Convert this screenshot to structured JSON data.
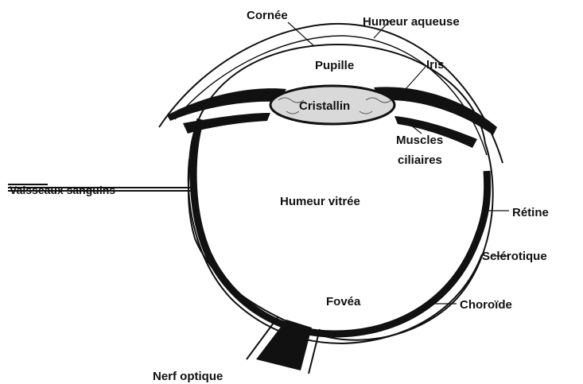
{
  "labels": {
    "cornee": "Cornée",
    "humeur_aqueuse": "Humeur aqueuse",
    "pupille": "Pupille",
    "iris": "Iris",
    "cristallin": "Cristallin",
    "muscles_line1": "Muscles",
    "muscles_line2": "ciliaires",
    "vaisseaux": "Vaisseaux sanguins",
    "humeur_vitree": "Humeur vitrée",
    "retine": "Rétine",
    "sclerotique": "Sclérotique",
    "fovea": "Fovéa",
    "choroide": "Choroïde",
    "nerf_optique": "Nerf optique"
  },
  "colors": {
    "ink": "#111111",
    "paper": "#ffffff",
    "lens_fill": "#d9d9d9"
  }
}
